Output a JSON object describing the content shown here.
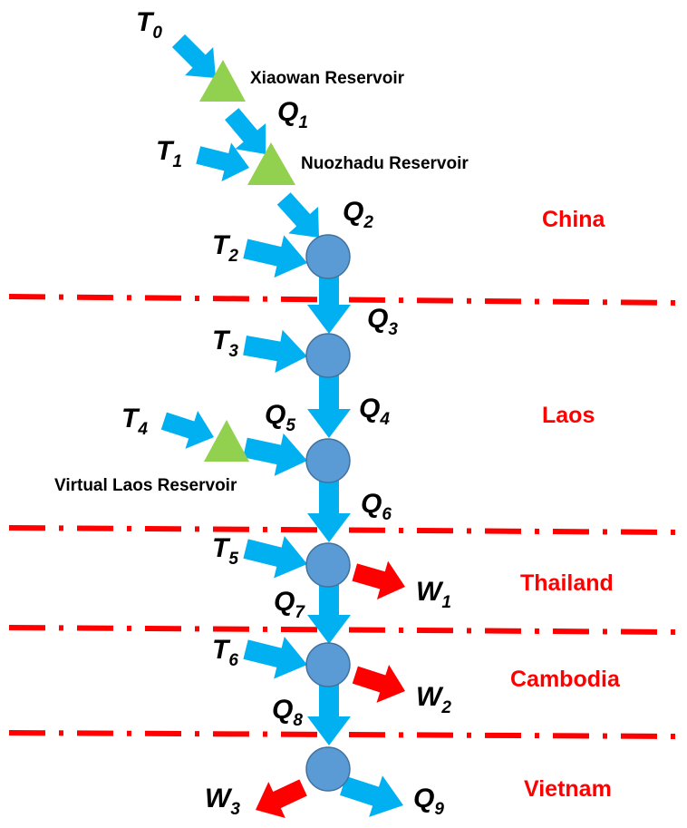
{
  "colors": {
    "flow_arrow": "#00b0f0",
    "withdrawal_arrow": "#ff0000",
    "reservoir": "#92d050",
    "node_fill": "#5b9bd5",
    "node_stroke": "#41719c",
    "border": "#ff0000",
    "country_text": "#ff0000"
  },
  "reservoirs": [
    {
      "id": "xiaowan",
      "label": "Xiaowan Reservoir"
    },
    {
      "id": "nuozhadu",
      "label": "Nuozhadu Reservoir"
    },
    {
      "id": "virtual-laos",
      "label": "Virtual Laos Reservoir"
    }
  ],
  "countries": [
    {
      "id": "china",
      "label": "China"
    },
    {
      "id": "laos",
      "label": "Laos"
    },
    {
      "id": "thailand",
      "label": "Thailand"
    },
    {
      "id": "cambodia",
      "label": "Cambodia"
    },
    {
      "id": "vietnam",
      "label": "Vietnam"
    }
  ],
  "variables": {
    "T0": {
      "base": "T",
      "sub": "0"
    },
    "T1": {
      "base": "T",
      "sub": "1"
    },
    "T2": {
      "base": "T",
      "sub": "2"
    },
    "T3": {
      "base": "T",
      "sub": "3"
    },
    "T4": {
      "base": "T",
      "sub": "4"
    },
    "T5": {
      "base": "T",
      "sub": "5"
    },
    "T6": {
      "base": "T",
      "sub": "6"
    },
    "Q1": {
      "base": "Q",
      "sub": "1"
    },
    "Q2": {
      "base": "Q",
      "sub": "2"
    },
    "Q3": {
      "base": "Q",
      "sub": "3"
    },
    "Q4": {
      "base": "Q",
      "sub": "4"
    },
    "Q5": {
      "base": "Q",
      "sub": "5"
    },
    "Q6": {
      "base": "Q",
      "sub": "6"
    },
    "Q7": {
      "base": "Q",
      "sub": "7"
    },
    "Q8": {
      "base": "Q",
      "sub": "8"
    },
    "Q9": {
      "base": "Q",
      "sub": "9"
    },
    "W1": {
      "base": "W",
      "sub": "1"
    },
    "W2": {
      "base": "W",
      "sub": "2"
    },
    "W3": {
      "base": "W",
      "sub": "3"
    }
  }
}
